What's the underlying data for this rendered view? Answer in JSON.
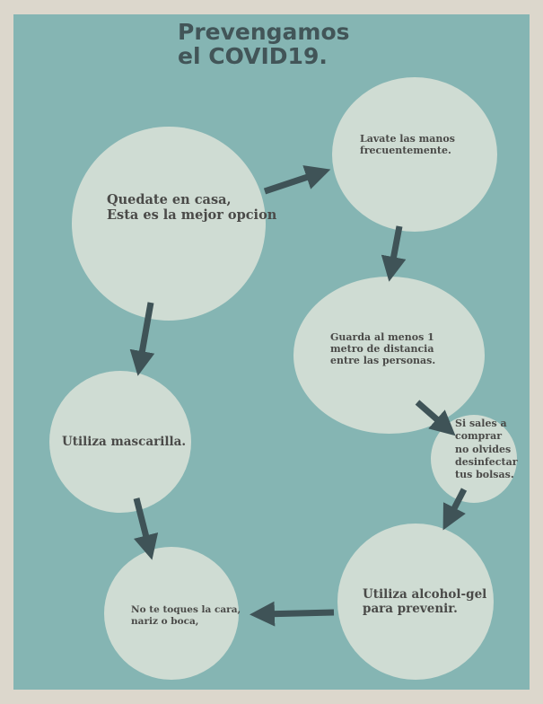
{
  "title": {
    "line1": "Prevengamos",
    "line2": "el COVID19."
  },
  "steps": [
    {
      "line1": "Quedate en casa,",
      "line2": "Esta es la mejor opcion"
    },
    {
      "line1": "Lavate las manos",
      "line2": "frecuentemente."
    },
    {
      "line1": "Guarda al menos 1",
      "line2": "metro de distancia",
      "line3": "entre las personas."
    },
    {
      "line1": "Si sales a",
      "line2": "comprar",
      "line3": "no olvides",
      "line4": "desinfectar",
      "line5": "tus bolsas."
    },
    {
      "line1": "Utiliza alcohol-gel",
      "line2": "para prevenir."
    },
    {
      "line1": "No te toques la cara,",
      "line2": "nariz o boca,"
    },
    {
      "line1": "Utiliza mascarilla."
    }
  ],
  "colors": {
    "background": "#dcd7cc",
    "panel": "#85b5b3",
    "circle": "#cfdcd3",
    "arrow": "#3f5357",
    "text": "#4a4a48"
  }
}
